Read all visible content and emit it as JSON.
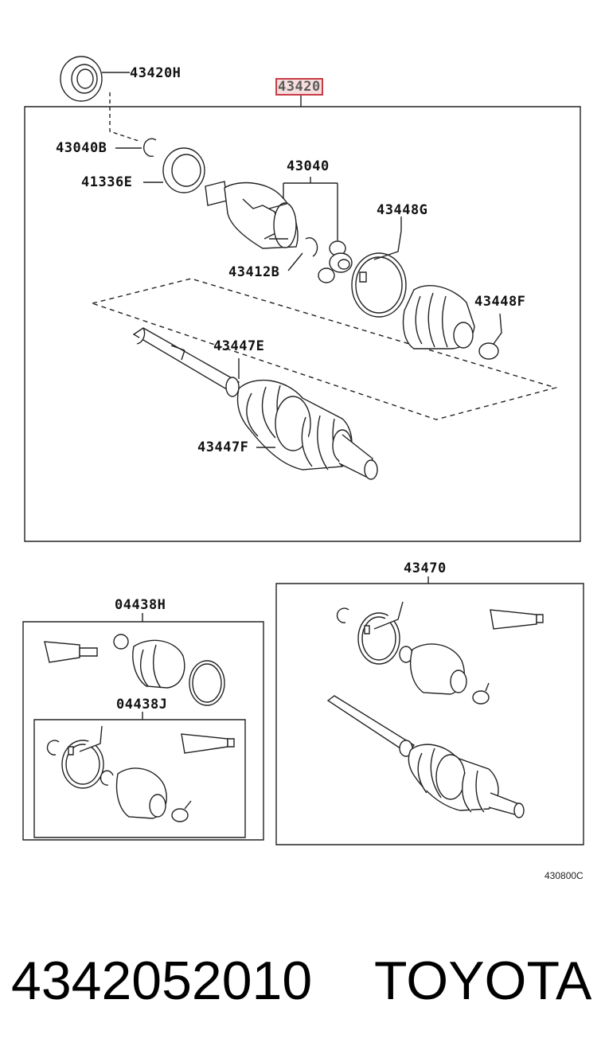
{
  "main_assembly": {
    "label": "43420",
    "parts": {
      "p43420h": "43420H",
      "p43040b": "43040B",
      "p41336e": "41336E",
      "p43040": "43040",
      "p43448g": "43448G",
      "p43412b": "43412B",
      "p43448f": "43448F",
      "p43447e": "43447E",
      "p43447f": "43447F"
    }
  },
  "kit_04438h": {
    "label": "04438H",
    "sub_label": "04438J"
  },
  "kit_43470": {
    "label": "43470"
  },
  "catalog_code": "430800C",
  "footer": {
    "part_number": "4342052010",
    "brand": "TOYOTA"
  },
  "colors": {
    "highlight_border": "#c83c46",
    "highlight_fill": "#f6dede",
    "line": "#222222"
  }
}
